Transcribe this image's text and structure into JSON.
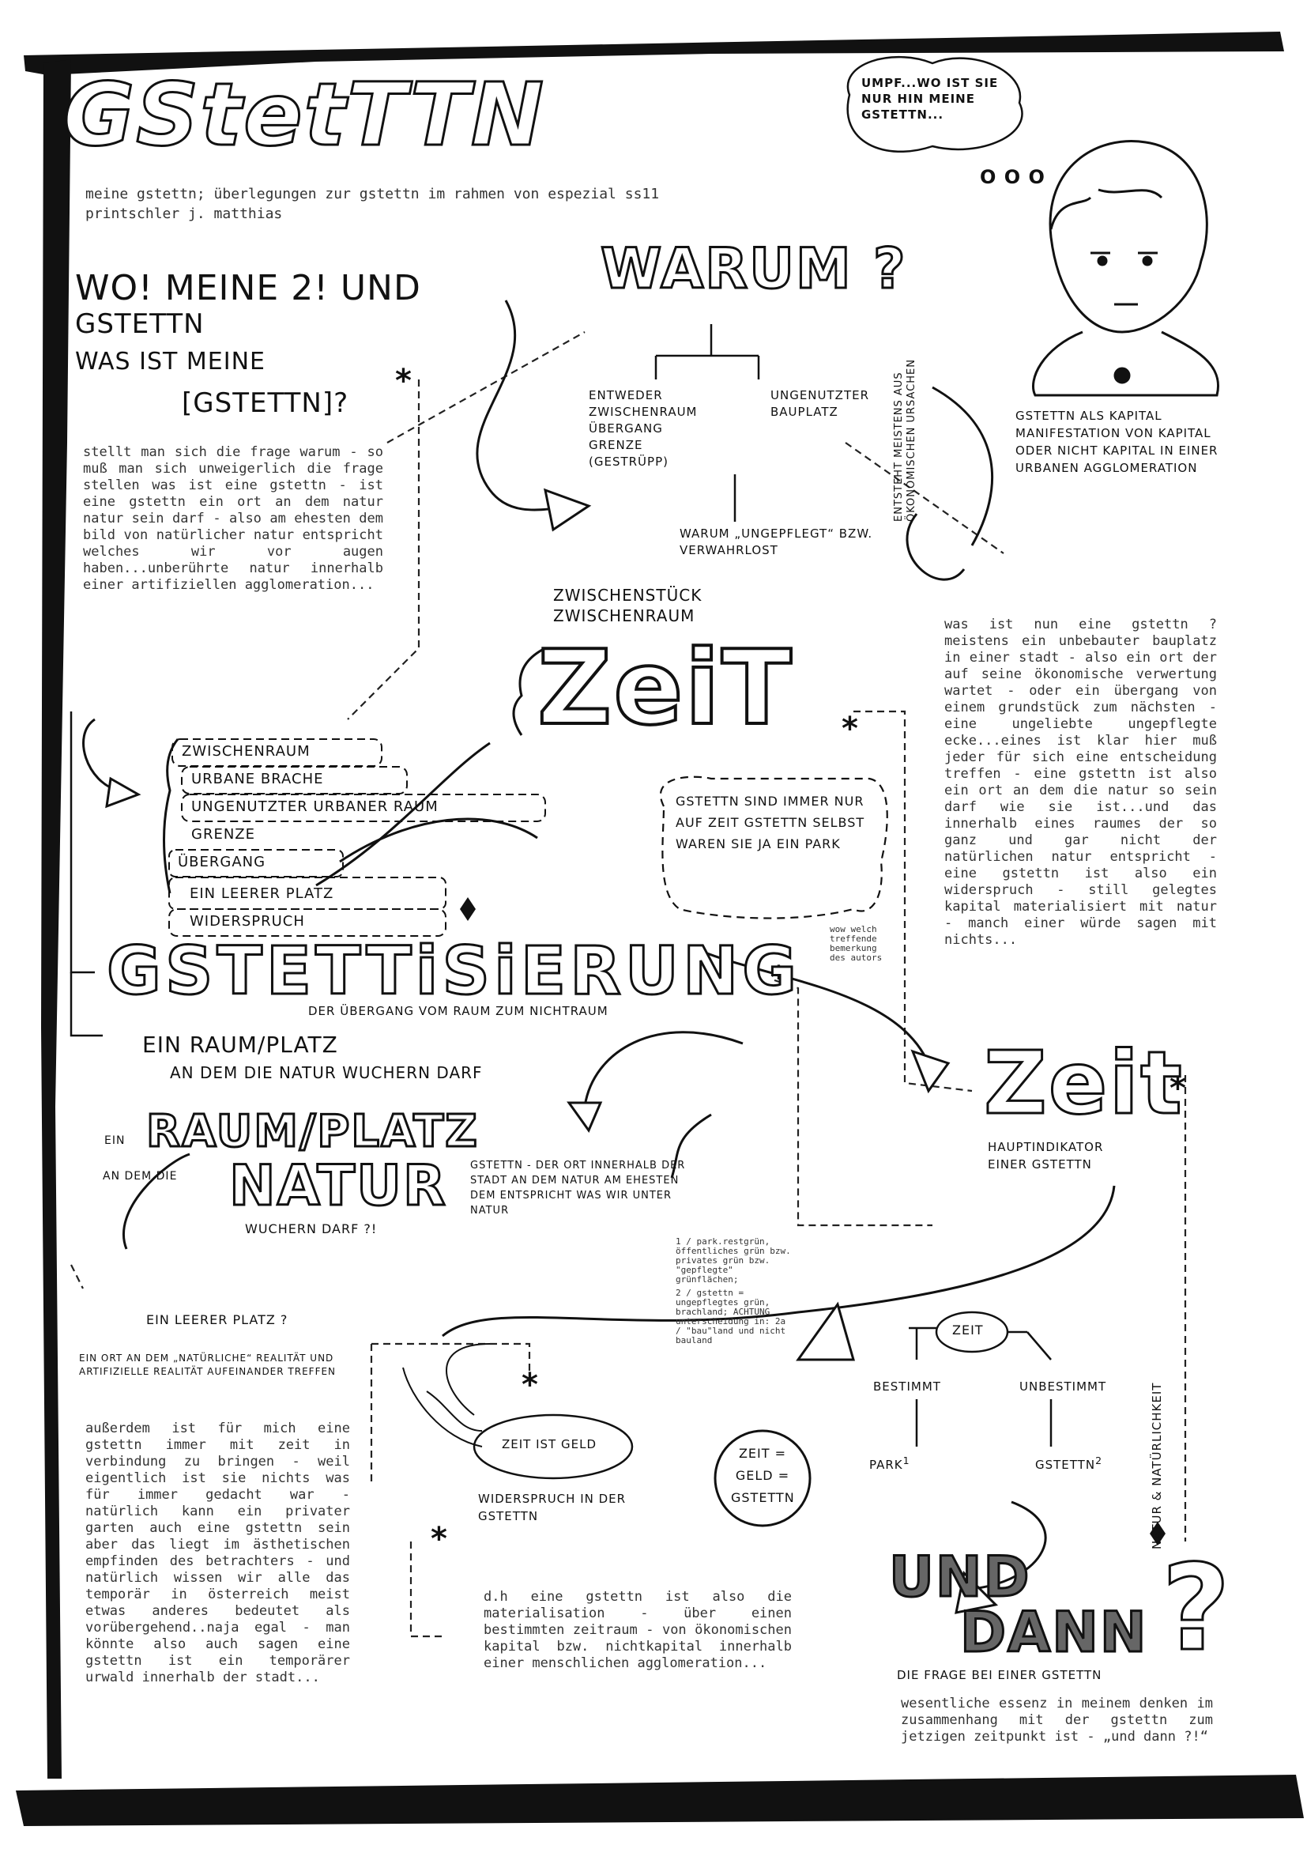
{
  "header": {
    "title": "GStetTTN",
    "subtitle_line1": "meine gstettn; überlegungen zur gstettn im rahmen von espezial ss11",
    "subtitle_line2": "printschler j. matthias"
  },
  "thought_bubble": "UMPF...WO IST SIE NUR HIN MEINE GSTETTN...",
  "thought_dots": "o o o",
  "question_block": {
    "line1": "WO! MEINE 2! UND",
    "line2": "GSTETTN",
    "line3": "WAS IST MEINE",
    "line4": "[GSTETTN]?"
  },
  "warum": "WARUM ?",
  "warum_branches": {
    "left": "ENTWEDER ZWISCHENRAUM ÜBERGANG GRENZE (GESTRÜPP)",
    "right": "UNGENUTZTER BAUPLATZ",
    "bottom": "WARUM „UNGEPFLEGT“ BZW. VERWAHRLOST",
    "vertical": "ENTSTEHT MEISTENS AUS ÖKONOMISCHEN URSACHEN"
  },
  "kapital_note": "GSTETTN ALS KAPITAL MANIFESTATION VON KAPITAL ODER NICHT KAPITAL IN EINER URBANEN AGGLOMERATION",
  "paragraphs": {
    "p1": "stellt man sich die frage warum - so muß man sich unweigerlich die frage stellen was ist eine gstettn - ist eine gstettn ein ort an dem natur natur sein darf - also am ehesten dem bild von natürlicher natur entspricht welches wir vor augen haben...unberührte natur innerhalb einer artifiziellen agglomeration...",
    "p2": "was ist nun eine gstettn ? meistens ein unbebauter bauplatz in einer stadt - also ein ort der auf seine ökonomische verwertung wartet - oder ein übergang von einem grundstück zum nächsten - eine ungeliebte ungepflegte ecke...eines ist klar hier muß jeder für sich eine entscheidung treffen - eine gstettn ist also ein ort an dem die natur so sein darf wie sie ist...und das innerhalb eines raumes der so ganz und gar nicht der natürlichen natur entspricht - eine gstettn ist also ein widerspruch - still gelegtes kapital materialisiert mit natur - manch einer würde sagen mit nichts...",
    "p3": "außerdem ist für mich eine gstettn immer mit zeit in verbindung zu bringen - weil eigentlich ist sie nichts was für immer gedacht war - natürlich kann ein privater garten auch eine gstettn sein aber das liegt im ästhetischen empfinden des betrachters - und natürlich wissen wir alle das temporär in österreich meist etwas anderes bedeutet als vorübergehend..naja egal - man könnte also auch sagen eine gstettn ist ein temporärer urwald innerhalb der stadt...",
    "p4": "d.h eine gstettn ist also die materialisation - über einen bestimmten zeitraum - von ökonomischen kapital bzw. nichtkapital innerhalb einer menschlichen agglomeration...",
    "p5": "wesentliche essenz in meinem denken im zusammenhang mit der gstettn zum jetzigen zeitpunkt ist - „und dann ?!“"
  },
  "zeit_block": {
    "pre": "ZWISCHENSTÜCK ZWISCHENRAUM",
    "zeit": "ZeiT",
    "list": [
      "ZWISCHENRAUM",
      "URBANE BRACHE",
      "UNGENUTZTER URBANER RAUM",
      "GRENZE",
      "ÜBERGANG",
      "EIN LEERER PLATZ",
      "WIDERSPRUCH"
    ]
  },
  "park_bubble": "GSTETTN SIND IMMER NUR AUF ZEIT GSTETTN SELBST WAREN SIE JA EIN PARK",
  "wow_note": "wow welch treffende bemerkung des autors",
  "gstettisierung": {
    "title": "GSTETTiSiERUNG",
    "sub": "DER ÜBERGANG VOM RAUM ZUM NICHTRAUM",
    "def1": "EIN RAUM/PLATZ",
    "def2": "AN DEM DIE NATUR WUCHERN DARF"
  },
  "raum_block": {
    "ein": "EIN",
    "raum": "RAUM/PLATZ",
    "an_dem_die": "AN DEM DIE",
    "natur": "NATUR",
    "wuchern": "WUCHERN DARF ?!",
    "right": "GSTETTN - DER ORT INNERHALB DER STADT AN DEM NATUR AM EHESTEN DEM ENTSPRICHT WAS WIR UNTER NATUR"
  },
  "footnotes": {
    "f1": "1 / park.restgrün, öffentliches grün bzw. privates grün bzw. \"gepflegte\" grünflächen;",
    "f2": "2 / gstettn = ungepflegtes grün, brachland; ACHTUNG unterscheidung in: 2a / \"bau\"land und nicht bauland"
  },
  "zeit2": {
    "title": "Zeit",
    "sub": "HAUPTINDIKATOR EINER GSTETTN"
  },
  "leerer_platz": {
    "q": "EIN LEERER PLATZ ?",
    "box": "EIN ORT AN DEM „NATÜRLICHE“ REALITÄT UND ARTIFIZIELLE REALITÄT AUFEINANDER TREFFEN"
  },
  "tree": {
    "root": "ZEIT",
    "left": "BESTIMMT",
    "right": "UNBESTIMMT",
    "leaf_left": "PARK",
    "leaf_left_sup": "1",
    "leaf_right": "GSTETTN",
    "leaf_right_sup": "2",
    "vertical": "NATUR & NATÜRLICHKEIT"
  },
  "zeit_geld": {
    "oval": "ZEIT IST GELD",
    "widerspruch": "WIDERSPRUCH IN DER GSTETTN",
    "circle": "ZEIT = GELD = GSTETTN"
  },
  "und_dann": {
    "line1": "UND",
    "line2": "DANN",
    "q": "?",
    "sub": "DIE FRAGE BEI EINER GSTETTN"
  }
}
